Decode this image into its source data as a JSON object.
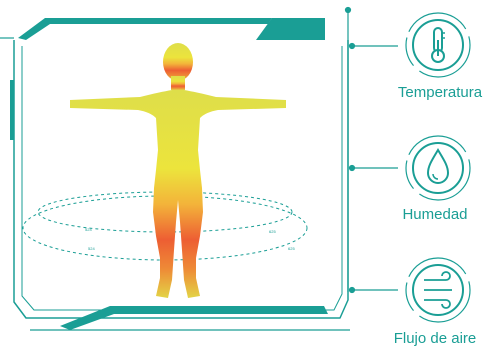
{
  "labels": {
    "temperatura": "Temperatura",
    "humedad": "Humedad",
    "flujo_aire": "Flujo de aire"
  },
  "icons": [
    "thermometer-icon",
    "water-drop-icon",
    "air-flow-icon"
  ],
  "colors": {
    "teal": "#1a9e95",
    "heat_top": "#e9e44a",
    "heat_mid": "#f0a23c",
    "heat_bottom": "#e8383b"
  }
}
